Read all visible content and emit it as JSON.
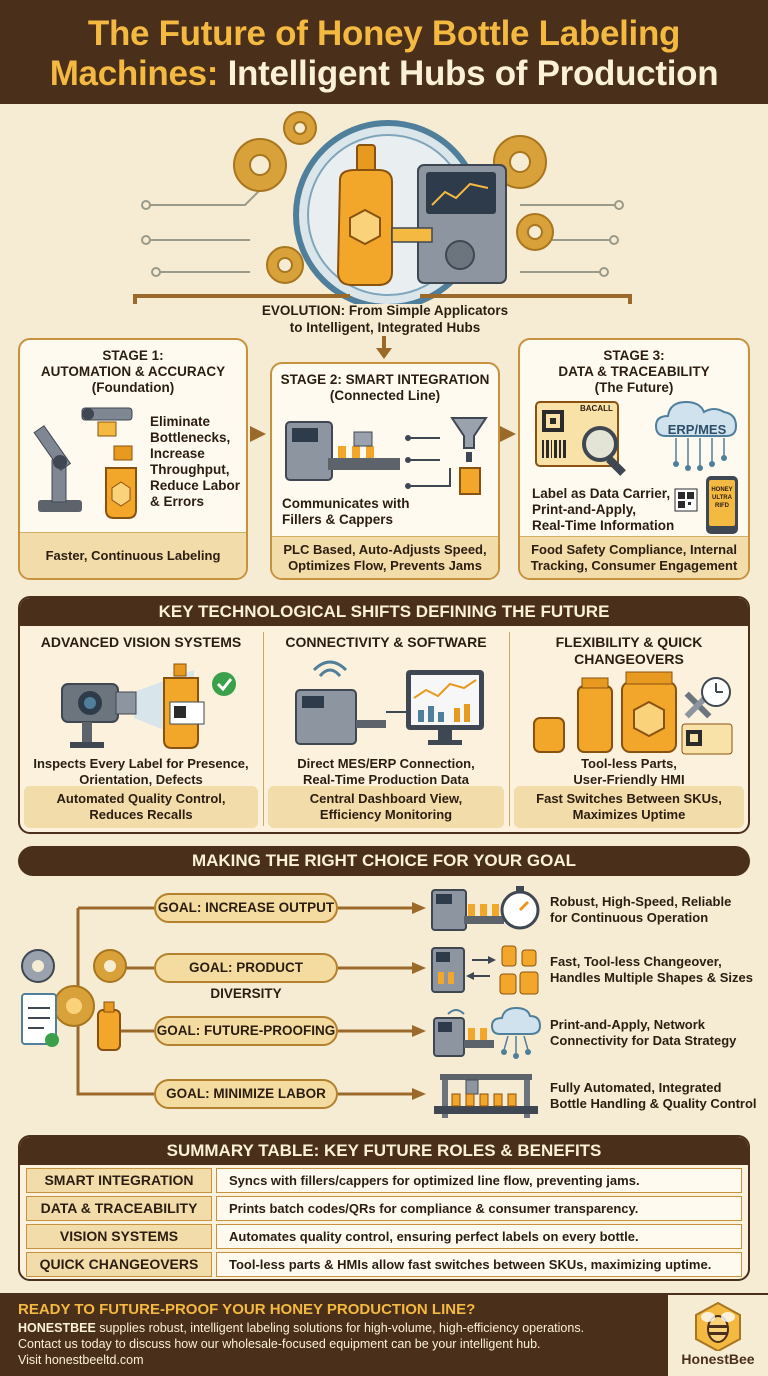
{
  "header": {
    "title_line1": "The Future of Honey Bottle Labeling",
    "title_line2_a": "Machines:",
    "title_line2_b": "Intelligent Hubs of Production"
  },
  "evolution": {
    "label_line1": "EVOLUTION: From Simple Applicators",
    "label_line2": "to Intelligent, Integrated Hubs"
  },
  "stages": [
    {
      "title_line1": "STAGE 1:",
      "title_line2": "AUTOMATION & ACCURACY",
      "title_line3": "(Foundation)",
      "text_lines": [
        "Eliminate",
        "Bottlenecks,",
        "Increase",
        "Throughput,",
        "Reduce Labor",
        "& Errors"
      ],
      "footer": "Faster, Continuous Labeling"
    },
    {
      "title_line1": "STAGE 2: SMART INTEGRATION",
      "title_line2": "(Connected Line)",
      "text_lines": [
        "Communicates with",
        "Fillers & Cappers"
      ],
      "footer_line1": "PLC Based, Auto-Adjusts Speed,",
      "footer_line2": "Optimizes Flow, Prevents Jams"
    },
    {
      "title_line1": "STAGE 3:",
      "title_line2": "DATA & TRACEABILITY",
      "title_line3": "(The Future)",
      "erp_label": "ERP/MES",
      "label_text": "BACALL",
      "phone_text_1": "HONEY",
      "phone_text_2": "ULTRA",
      "phone_text_3": "RIFD",
      "text_lines": [
        "Label as Data Carrier,",
        "Print-and-Apply,",
        "Real-Time Information"
      ],
      "footer_line1": "Food Safety Compliance, Internal",
      "footer_line2": "Tracking, Consumer Engagement"
    }
  ],
  "shifts": {
    "heading": "KEY TECHNOLOGICAL SHIFTS DEFINING THE FUTURE",
    "columns": [
      {
        "title_line1": "ADVANCED VISION SYSTEMS",
        "desc_line1": "Inspects Every Label for Presence,",
        "desc_line2": "Orientation, Defects",
        "foot_line1": "Automated Quality Control,",
        "foot_line2": "Reduces Recalls"
      },
      {
        "title_line1": "CONNECTIVITY & SOFTWARE",
        "desc_line1": "Direct MES/ERP Connection,",
        "desc_line2": "Real-Time Production Data",
        "foot_line1": "Central Dashboard View,",
        "foot_line2": "Efficiency Monitoring"
      },
      {
        "title_line1": "FLEXIBILITY & QUICK",
        "title_line2": "CHANGEOVERS",
        "desc_line1": "Tool-less Parts,",
        "desc_line2": "User-Friendly HMI",
        "foot_line1": "Fast Switches Between SKUs,",
        "foot_line2": "Maximizes Uptime"
      }
    ]
  },
  "choice": {
    "heading": "MAKING THE RIGHT CHOICE FOR YOUR GOAL",
    "goals": [
      {
        "label": "GOAL: INCREASE OUTPUT",
        "desc_line1": "Robust, High-Speed, Reliable",
        "desc_line2": "for Continuous Operation"
      },
      {
        "label": "GOAL: PRODUCT DIVERSITY",
        "desc_line1": "Fast, Tool-less Changeover,",
        "desc_line2": "Handles Multiple Shapes & Sizes"
      },
      {
        "label": "GOAL: FUTURE-PROOFING",
        "desc_line1": "Print-and-Apply, Network",
        "desc_line2": "Connectivity for Data Strategy"
      },
      {
        "label": "GOAL: MINIMIZE LABOR",
        "desc_line1": "Fully Automated, Integrated",
        "desc_line2": "Bottle Handling & Quality Control"
      }
    ]
  },
  "summary": {
    "heading": "SUMMARY TABLE: KEY FUTURE ROLES & BENEFITS",
    "rows": [
      {
        "role": "SMART INTEGRATION",
        "benefit": "Syncs with fillers/cappers for optimized line flow, preventing jams."
      },
      {
        "role": "DATA & TRACEABILITY",
        "benefit": "Prints batch codes/QRs for compliance & consumer transparency."
      },
      {
        "role": "VISION SYSTEMS",
        "benefit": "Automates quality control, ensuring perfect labels on every bottle."
      },
      {
        "role": "QUICK CHANGEOVERS",
        "benefit": "Tool-less parts & HMIs allow fast switches between SKUs, maximizing uptime."
      }
    ]
  },
  "footer": {
    "title": "READY TO FUTURE-PROOF YOUR HONEY PRODUCTION LINE?",
    "brand": "HONESTBEE",
    "line1_rest": " supplies robust, intelligent labeling solutions for high-volume, high-efficiency operations.",
    "line2": "Contact us today to discuss how our wholesale-focused equipment can be your intelligent hub.",
    "line3": "Visit honestbeeltd.com",
    "logo_text": "HonestBee"
  },
  "colors": {
    "brown": "#4a2f1a",
    "honey": "#f4b941",
    "cream": "#f6ecd3",
    "tan": "#f1dcaa"
  }
}
